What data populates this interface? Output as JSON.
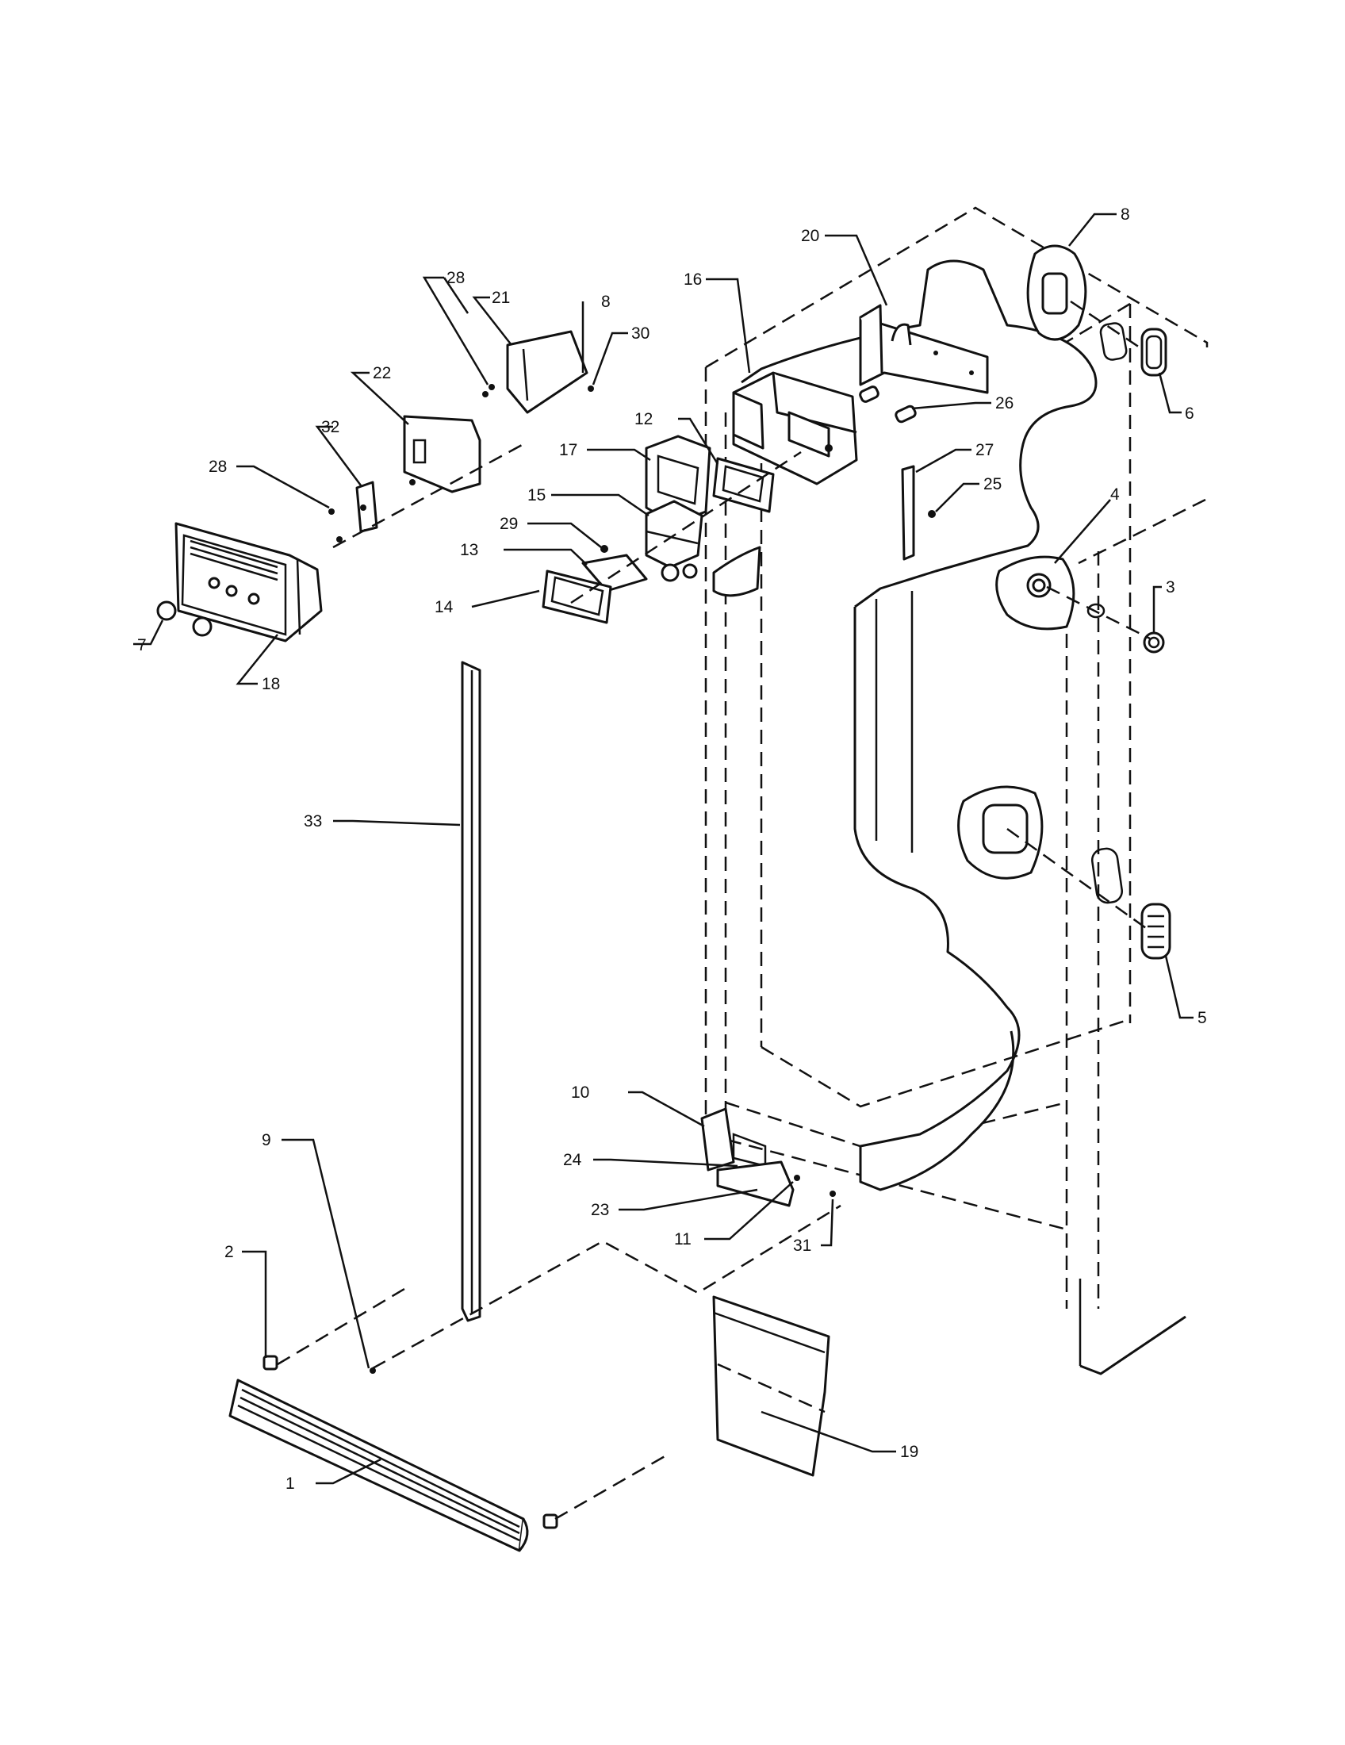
{
  "callouts": [
    "1",
    "2",
    "3",
    "4",
    "5",
    "6",
    "7",
    "8",
    "8",
    "9",
    "10",
    "11",
    "12",
    "13",
    "14",
    "15",
    "16",
    "17",
    "18",
    "19",
    "20",
    "21",
    "22",
    "23",
    "24",
    "25",
    "26",
    "27",
    "28",
    "28",
    "29",
    "30",
    "31",
    "32",
    "33"
  ]
}
